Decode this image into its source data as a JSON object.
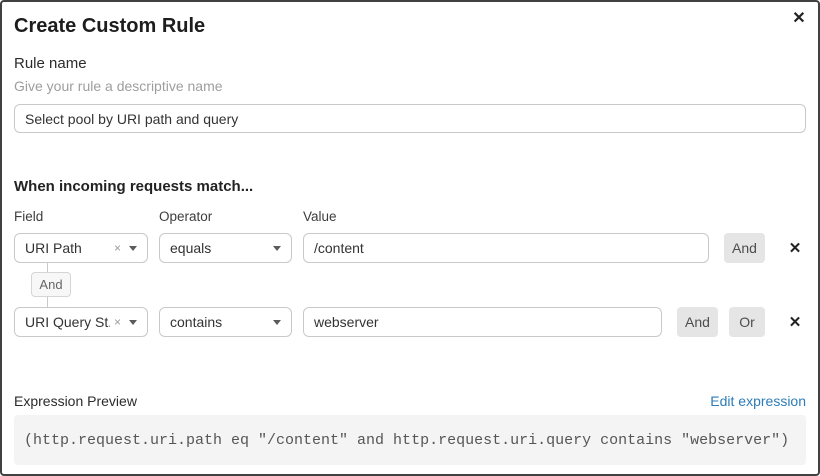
{
  "dialog": {
    "title": "Create Custom Rule",
    "close_icon": "✕"
  },
  "rule_name": {
    "label": "Rule name",
    "hint": "Give your rule a descriptive name",
    "value": "Select pool by URI path and query"
  },
  "matcher": {
    "heading": "When incoming requests match...",
    "columns": {
      "field": "Field",
      "operator": "Operator",
      "value": "Value"
    },
    "rows": [
      {
        "field": "URI Path",
        "operator": "equals",
        "value": "/content",
        "and_label": "And",
        "remove_icon": "✕"
      },
      {
        "field": "URI Query St...",
        "operator": "contains",
        "value": "webserver",
        "and_label": "And",
        "or_label": "Or",
        "remove_icon": "✕"
      }
    ],
    "connector_label": "And",
    "clear_icon": "×"
  },
  "expression": {
    "label": "Expression Preview",
    "edit_link": "Edit expression",
    "code": "(http.request.uri.path eq \"/content\" and http.request.uri.query contains \"webserver\")"
  },
  "colors": {
    "link_blue": "#2c7cb8",
    "button_gray": "#e5e5e5",
    "code_background": "#f4f4f4",
    "border_gray": "#c9c9c9"
  }
}
